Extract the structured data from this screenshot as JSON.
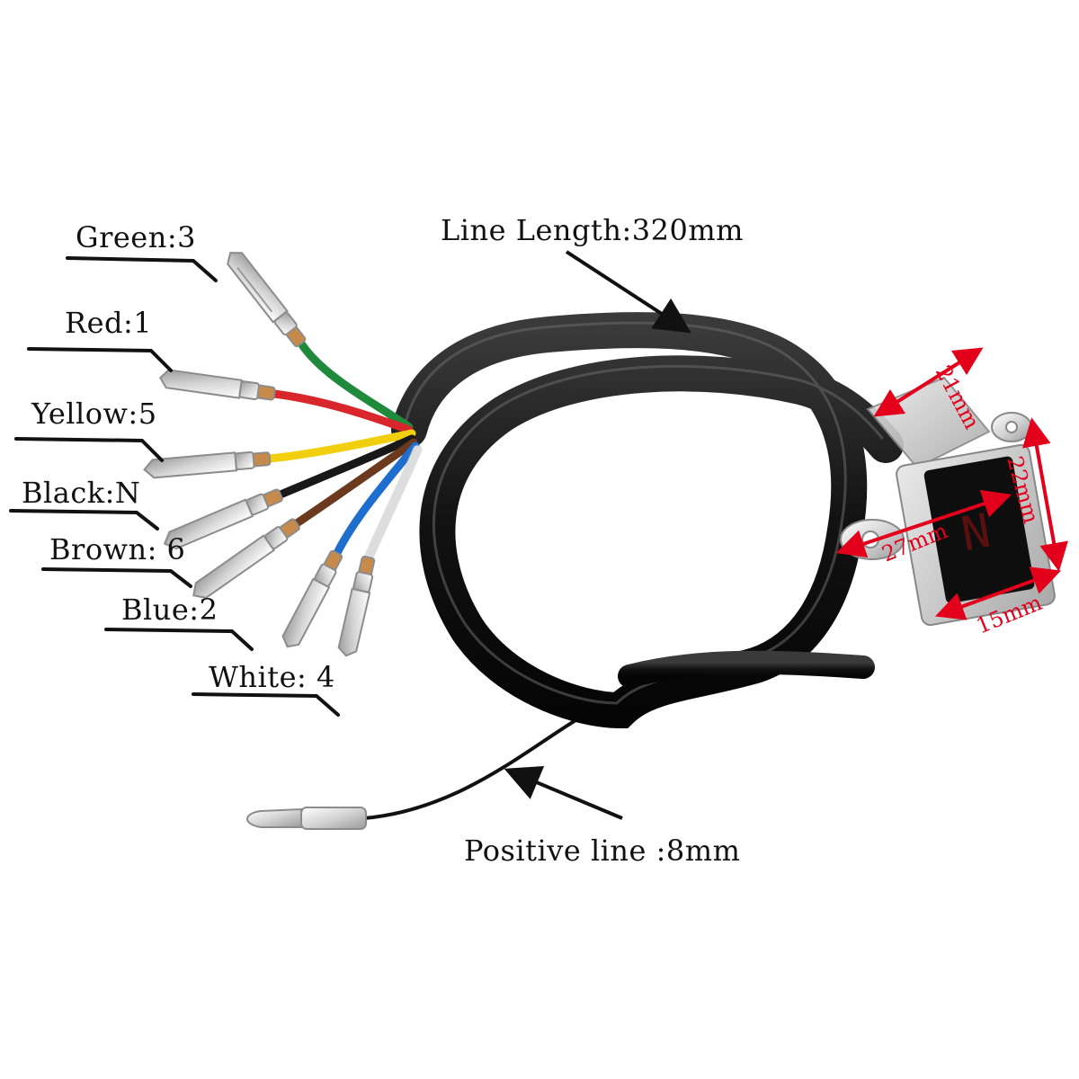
{
  "colors": {
    "cable": "#141414",
    "dimension": "#e3001b",
    "text": "#111111",
    "wire_green": "#1f8a3c",
    "wire_red": "#d8262c",
    "wire_yellow": "#f2cf0d",
    "wire_black": "#181818",
    "wire_brown": "#6b3a1e",
    "wire_blue": "#1d6ecf",
    "wire_white": "#f4f4f4"
  },
  "wires": [
    {
      "id": "green",
      "label": "Green:3"
    },
    {
      "id": "red",
      "label": "Red:1"
    },
    {
      "id": "yellow",
      "label": "Yellow:5"
    },
    {
      "id": "black",
      "label": "Black:N"
    },
    {
      "id": "brown",
      "label": "Brown: 6"
    },
    {
      "id": "blue",
      "label": "Blue:2"
    },
    {
      "id": "white",
      "label": "White: 4"
    }
  ],
  "callouts": {
    "line_length": "Line Length:320mm",
    "positive_line": "Positive line :8mm"
  },
  "dimensions": {
    "top": "21mm",
    "right": "22mm",
    "width": "27mm",
    "bottom": "15mm"
  },
  "icons": {
    "display": "gear-indicator-display",
    "connector": "bullet-connector",
    "terminal": "spade-terminal"
  }
}
